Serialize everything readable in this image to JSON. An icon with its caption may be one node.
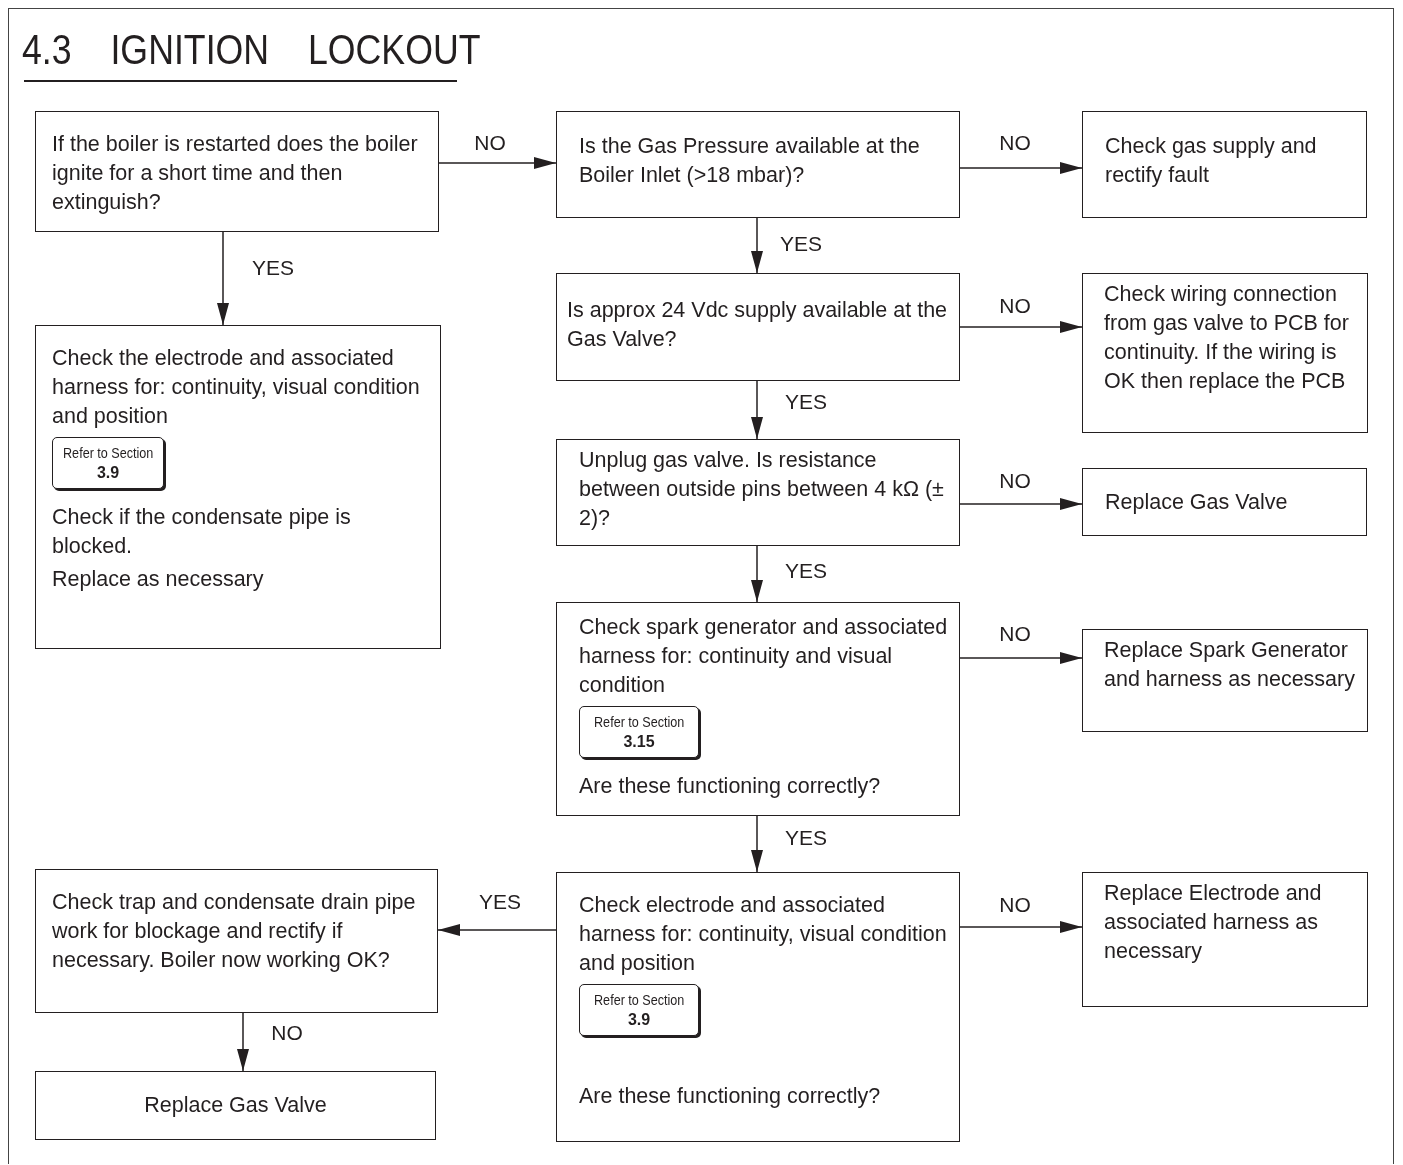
{
  "diagram": {
    "title": "4.3 IGNITION LOCKOUT",
    "nodes": [
      {
        "text": [
          "If the boiler is restarted does the boiler ignite for a short time and then extinguish?"
        ]
      },
      {
        "text": [
          "Is the Gas Pressure available at the Boiler Inlet (>18 mbar)?"
        ]
      },
      {
        "text": [
          "Check gas supply and rectify fault"
        ]
      },
      {
        "text": [
          "Check the electrode and associated harness for: continuity, visual condition and position",
          "Check if the condensate pipe is blocked.",
          "Replace as necessary"
        ]
      },
      {
        "text": [
          "Refer to Section",
          "3.9"
        ],
        "in": 3
      },
      {
        "text": [
          "Is approx 24 Vdc supply available at the Gas Valve?"
        ]
      },
      {
        "text": [
          "Check wiring connection from gas valve to PCB for continuity.  If the wiring is OK then replace the PCB"
        ]
      },
      {
        "text": [
          "Unplug gas valve.  Is resistance between outside pins between 4 kΩ  (± 2)?"
        ]
      },
      {
        "text": [
          "Replace Gas Valve"
        ]
      },
      {
        "text": [
          "Check spark generator and associated harness for: continuity and visual condition",
          "Are these functioning correctly?"
        ]
      },
      {
        "text": [
          "Refer to Section",
          "3.15"
        ],
        "in": 9
      },
      {
        "text": [
          "Replace Spark Generator and harness as necessary"
        ]
      },
      {
        "text": [
          "Check trap and condensate drain pipe work for blockage and rectify if necessary.  Boiler now working OK?"
        ]
      },
      {
        "text": [
          "Check electrode and associated harness for: continuity, visual condition and position",
          "Are these functioning correctly?"
        ]
      },
      {
        "text": [
          "Refer to Section",
          "3.9"
        ],
        "in": 13
      },
      {
        "text": [
          "Replace Electrode and associated harness as necessary"
        ]
      },
      {
        "text": [
          "Replace Gas Valve"
        ]
      }
    ],
    "edges": [
      {
        "from": 0,
        "to": 1,
        "arrow": "to",
        "label": "NO"
      },
      {
        "from": 1,
        "to": 2,
        "arrow": "to",
        "label": "NO"
      },
      {
        "from": 0,
        "to": 3,
        "arrow": "to",
        "label": "YES"
      },
      {
        "from": 1,
        "to": 5,
        "arrow": "to",
        "label": "YES"
      },
      {
        "from": 5,
        "to": 6,
        "arrow": "to",
        "label": "NO"
      },
      {
        "from": 5,
        "to": 7,
        "arrow": "to",
        "label": "YES"
      },
      {
        "from": 7,
        "to": 8,
        "arrow": "to",
        "label": "NO"
      },
      {
        "from": 7,
        "to": 9,
        "arrow": "to",
        "label": "YES"
      },
      {
        "from": 9,
        "to": 11,
        "arrow": "to",
        "label": "NO"
      },
      {
        "from": 9,
        "to": 13,
        "arrow": "to",
        "label": "YES"
      },
      {
        "from": 13,
        "to": 15,
        "arrow": "to",
        "label": "NO"
      },
      {
        "from": 13,
        "to": 12,
        "arrow": "to",
        "label": "YES"
      },
      {
        "from": 12,
        "to": 16,
        "arrow": "to",
        "label": "NO"
      }
    ]
  }
}
